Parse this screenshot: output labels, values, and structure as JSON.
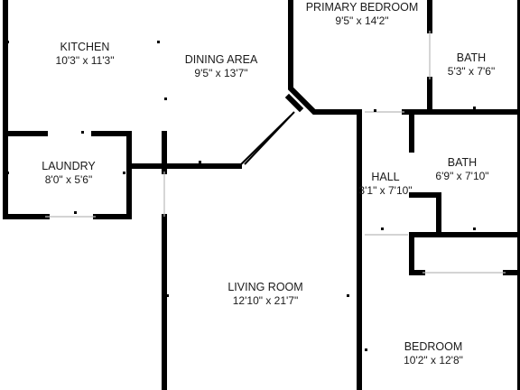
{
  "colors": {
    "wall": "#000000",
    "background": "#ffffff",
    "text": "#1a1a1a",
    "window": "#9a9a9a"
  },
  "rooms": {
    "kitchen": {
      "name": "KITCHEN",
      "dims": "10'3\" x 11'3\""
    },
    "dining": {
      "name": "DINING AREA",
      "dims": "9'5\" x 13'7\""
    },
    "primary_bedroom": {
      "name": "PRIMARY BEDROOM",
      "dims": "9'5\" x 14'2\""
    },
    "bath1": {
      "name": "BATH",
      "dims": "5'3\" x 7'6\""
    },
    "laundry": {
      "name": "LAUNDRY",
      "dims": "8'0\" x 5'6\""
    },
    "bath2": {
      "name": "BATH",
      "dims": "6'9\" x 7'10\""
    },
    "hall": {
      "name": "HALL",
      "dims": "3'1\" x 7'10\""
    },
    "living": {
      "name": "LIVING ROOM",
      "dims": "12'10\" x 21'7\""
    },
    "bedroom": {
      "name": "BEDROOM",
      "dims": "10'2\" x 12'8\""
    }
  }
}
